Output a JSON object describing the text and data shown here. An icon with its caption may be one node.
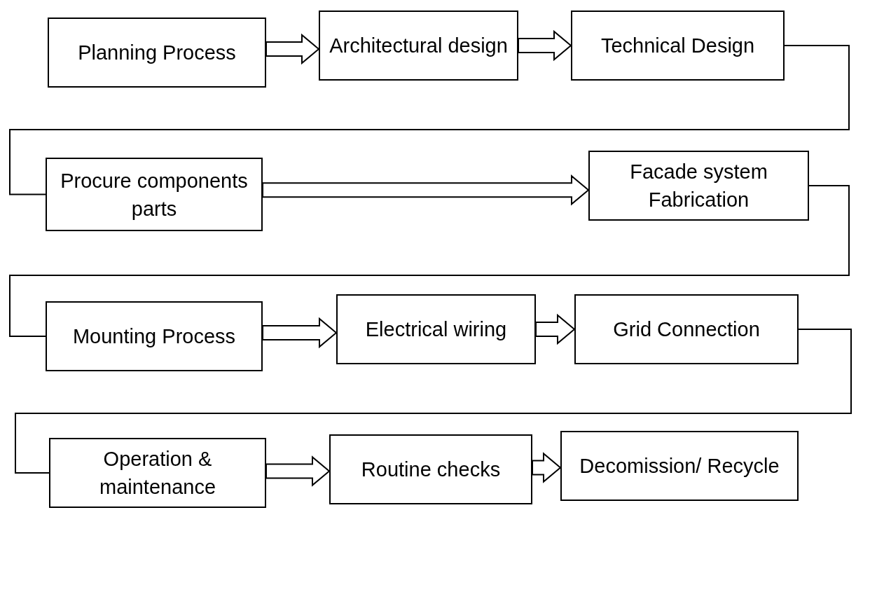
{
  "diagram": {
    "nodes": [
      {
        "text": [
          "Planning Process"
        ]
      },
      {
        "text": [
          "Architectural design"
        ]
      },
      {
        "text": [
          "Technical Design"
        ]
      },
      {
        "text": [
          "Procure components parts"
        ]
      },
      {
        "text": [
          "Facade system Fabrication"
        ]
      },
      {
        "text": [
          "Mounting Process"
        ]
      },
      {
        "text": [
          "Electrical wiring"
        ]
      },
      {
        "text": [
          "Grid Connection"
        ]
      },
      {
        "text": [
          "Operation & maintenance"
        ]
      },
      {
        "text": [
          "Routine checks"
        ]
      },
      {
        "text": [
          "Decomission/ Recycle"
        ]
      }
    ],
    "edges": [
      {
        "from": 0,
        "to": 1,
        "arrow": "to",
        "style": "thick"
      },
      {
        "from": 1,
        "to": 2,
        "arrow": "to",
        "style": "thick"
      },
      {
        "from": 2,
        "to": 3,
        "arrow": "none"
      },
      {
        "from": 3,
        "to": 4,
        "arrow": "to",
        "style": "thick"
      },
      {
        "from": 4,
        "to": 5,
        "arrow": "none"
      },
      {
        "from": 5,
        "to": 6,
        "arrow": "to",
        "style": "thick"
      },
      {
        "from": 6,
        "to": 7,
        "arrow": "to",
        "style": "thick"
      },
      {
        "from": 7,
        "to": 8,
        "arrow": "none"
      },
      {
        "from": 8,
        "to": 9,
        "arrow": "to",
        "style": "thick"
      },
      {
        "from": 9,
        "to": 10,
        "arrow": "to",
        "style": "thick"
      }
    ]
  }
}
